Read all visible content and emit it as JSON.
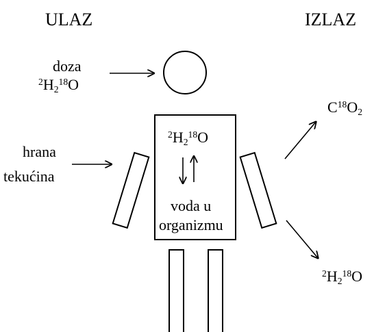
{
  "headers": {
    "input": "ULAZ",
    "output": "IZLAZ"
  },
  "inputs": {
    "dose_word": "doza",
    "dose_isotope": {
      "sup_a": "2",
      "h": "H",
      "sub": "2",
      "sup_b": "18",
      "o": "O"
    },
    "food_line1": "hrana",
    "food_line2": "tekućina"
  },
  "body": {
    "isotope": {
      "sup_a": "2",
      "h": "H",
      "sub": "2",
      "sup_b": "18",
      "o": "O"
    },
    "water_line1": "voda u",
    "water_line2": "organizmu"
  },
  "outputs": {
    "co2": {
      "c": "C",
      "sup": "18",
      "o": "O",
      "sub": "2"
    },
    "water": {
      "sup_a": "2",
      "h": "H",
      "sub": "2",
      "sup_b": "18",
      "o": "O"
    }
  }
}
